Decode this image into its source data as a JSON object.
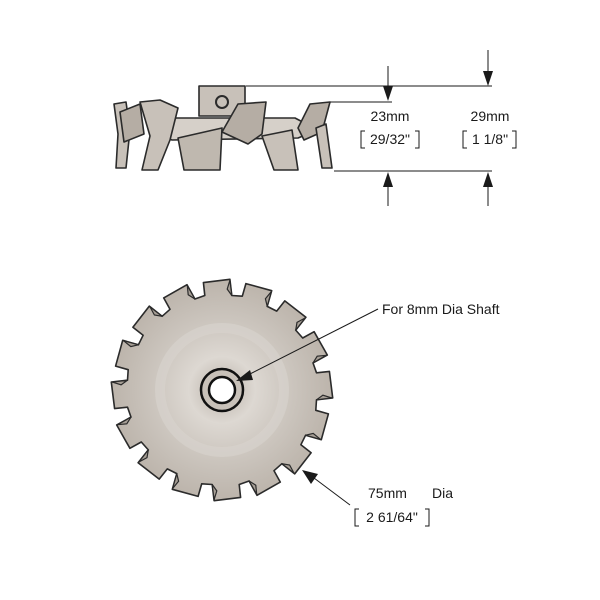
{
  "side_view": {
    "dim_inner": {
      "metric": "23mm",
      "imperial": "29/32\""
    },
    "dim_outer": {
      "metric": "29mm",
      "imperial": "1 1/8\""
    }
  },
  "top_view": {
    "shaft_note": "For 8mm Dia Shaft",
    "diameter": {
      "metric": "75mm",
      "word": "Dia",
      "imperial": "2 61/64\""
    },
    "teeth_count": 16
  },
  "colors": {
    "metal_fill": "#c8c1b9",
    "metal_shade": "#a79f96",
    "metal_light": "#ddd8d2",
    "outline": "#2b2b2b"
  }
}
